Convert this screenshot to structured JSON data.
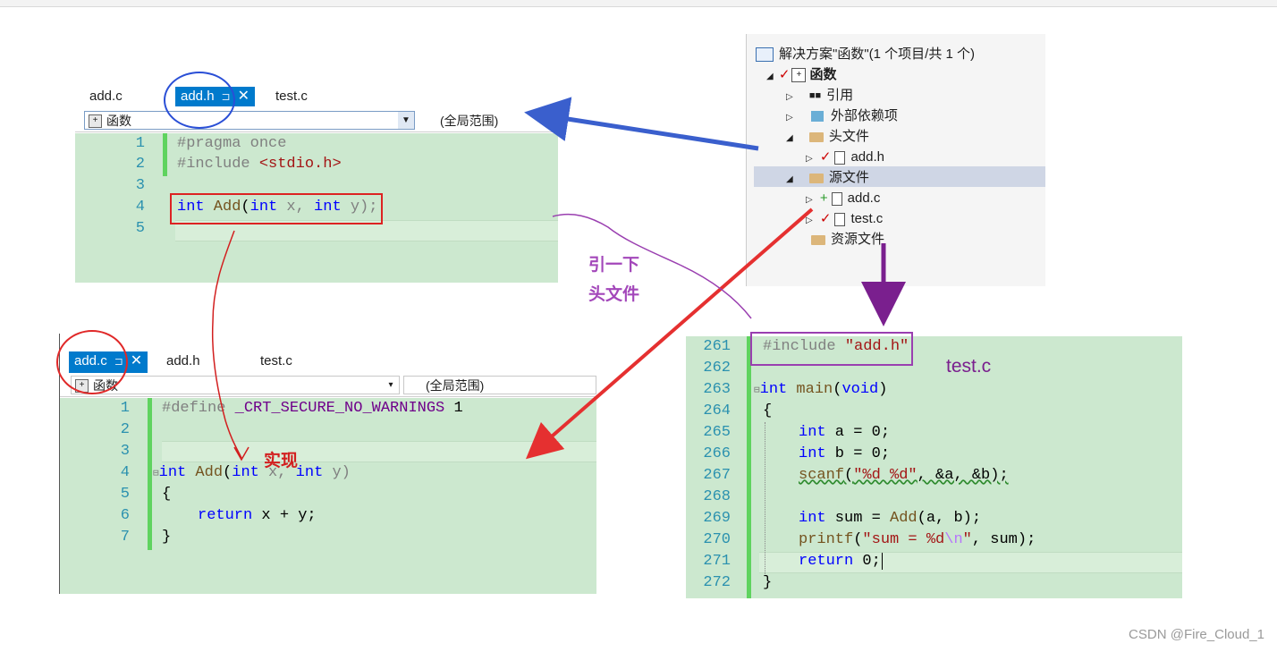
{
  "panel_header": {
    "tabs": [
      "add.c",
      "add.h",
      "test.c"
    ],
    "active_tab": "add.h",
    "pin_glyph": "⊐",
    "close_glyph": "✕",
    "project_combo": "函数",
    "scope": "(全局范围)",
    "lines": [
      {
        "n": "1",
        "text": "#pragma once"
      },
      {
        "n": "2",
        "pre": "#include ",
        "str": "<stdio.h>"
      },
      {
        "n": "3"
      },
      {
        "n": "4",
        "kw1": "int",
        "fn": " Add",
        "p1": "(",
        "kw2": "int",
        "p2": " x, ",
        "kw3": "int",
        "p3": " y);"
      },
      {
        "n": "5"
      }
    ]
  },
  "panel_impl": {
    "tabs": [
      "add.c",
      "add.h",
      "test.c"
    ],
    "active_tab": "add.c",
    "project_combo": "函数",
    "scope": "(全局范围)",
    "lines": [
      {
        "n": "1",
        "pre": "#define ",
        "macro": "_CRT_SECURE_NO_WARNINGS",
        "num": " 1"
      },
      {
        "n": "2"
      },
      {
        "n": "3"
      },
      {
        "n": "4",
        "kw1": "int",
        "fn": " Add",
        "p1": "(",
        "kw2": "int",
        "p2": " x, ",
        "kw3": "int",
        "p3": " y)"
      },
      {
        "n": "5",
        "text": "{"
      },
      {
        "n": "6",
        "kw": "return",
        "rest": " x + y;"
      },
      {
        "n": "7",
        "text": "}"
      }
    ]
  },
  "solution_explorer": {
    "title": "解决方案\"函数\"(1 个项目/共 1 个)",
    "project": "函数",
    "items": [
      "引用",
      "外部依赖项",
      "头文件",
      "add.h",
      "源文件",
      "add.c",
      "test.c",
      "资源文件"
    ]
  },
  "panel_test": {
    "lines": [
      {
        "n": "261",
        "pre": "#include ",
        "str": "\"add.h\""
      },
      {
        "n": "262"
      },
      {
        "n": "263",
        "kw": "int",
        "fn": " main",
        "p1": "(",
        "kw2": "void",
        "p2": ")"
      },
      {
        "n": "264",
        "text": "{"
      },
      {
        "n": "265",
        "kw": "int",
        "rest": " a = 0;"
      },
      {
        "n": "266",
        "kw": "int",
        "rest": " b = 0;"
      },
      {
        "n": "267",
        "fn": "scanf",
        "p1": "(",
        "str": "\"%d %d\"",
        "p2": ", &a, &b);"
      },
      {
        "n": "268"
      },
      {
        "n": "269",
        "kw": "int",
        "rest": " sum = ",
        "fn": "Add",
        "p2": "(a, b);"
      },
      {
        "n": "270",
        "fn": "printf",
        "p1": "(",
        "str": "\"sum = %d",
        "esc": "\\n",
        "str2": "\"",
        "p2": ", sum);"
      },
      {
        "n": "271",
        "kw": "return",
        "rest": " 0;"
      },
      {
        "n": "272",
        "text": "}"
      }
    ]
  },
  "annotations": {
    "reference_note_line1": "引一下",
    "reference_note_line2": "头文件",
    "impl_note": "实现",
    "test_label": "test.c"
  },
  "watermark": "CSDN @Fire_Cloud_1",
  "colors": {
    "editor_bg": "#cce8cf",
    "tab_active": "#007acc",
    "keyword": "#0000ff",
    "string": "#a31515",
    "preprocessor": "#808080",
    "line_number": "#2b91af",
    "arrow_blue": "#3a5fcd",
    "arrow_red": "#e53030",
    "arrow_purple": "#7a1f8e",
    "note_purple": "#a347ba",
    "note_red": "#d21f1f"
  }
}
